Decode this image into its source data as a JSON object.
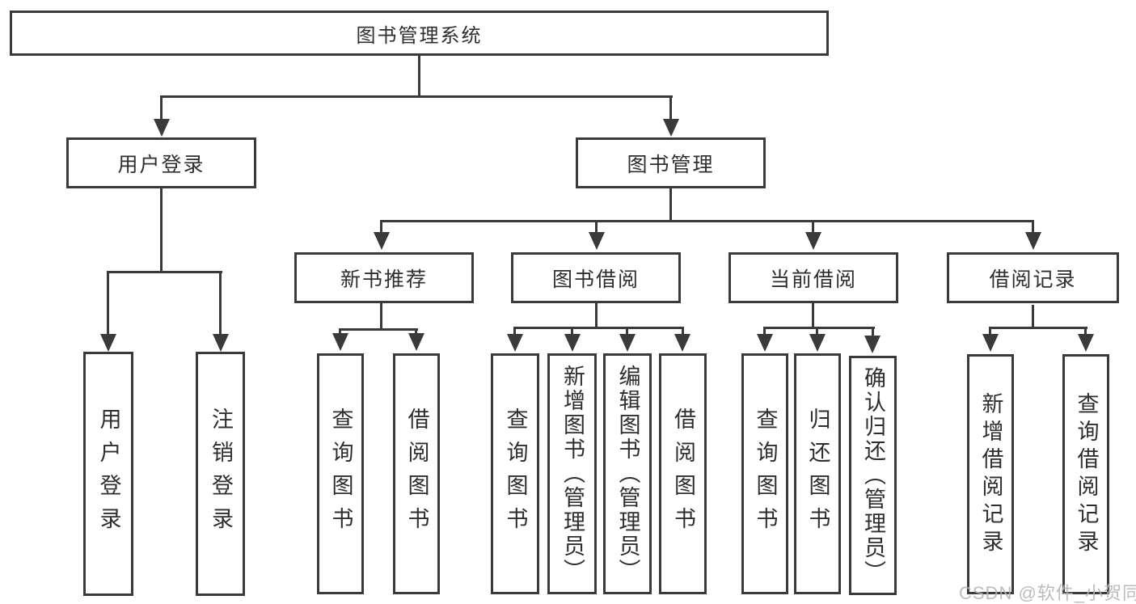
{
  "diagram": {
    "root": {
      "label": "图书管理系统"
    },
    "branches": {
      "user_login": {
        "label": "用户登录",
        "children": {
          "login": {
            "label": "用户登录"
          },
          "logout": {
            "label": "注销登录"
          }
        }
      },
      "book_management": {
        "label": "图书管理",
        "children": {
          "new_book_recommend": {
            "label": "新书推荐",
            "children": {
              "query_books": {
                "label": "查询图书"
              },
              "borrow_books": {
                "label": "借阅图书"
              }
            }
          },
          "book_borrow": {
            "label": "图书借阅",
            "children": {
              "query_books": {
                "label": "查询图书"
              },
              "add_books_admin": {
                "label": "新增图书（管理员）"
              },
              "edit_books_admin": {
                "label": "编辑图书（管理员）"
              },
              "borrow_books": {
                "label": "借阅图书"
              }
            }
          },
          "current_borrow": {
            "label": "当前借阅",
            "children": {
              "query_books": {
                "label": "查询图书"
              },
              "return_books": {
                "label": "归还图书"
              },
              "confirm_return_admin": {
                "label": "确认归还（管理员）"
              }
            }
          },
          "borrow_records": {
            "label": "借阅记录",
            "children": {
              "add_borrow_record": {
                "label": "新增借阅记录"
              },
              "query_borrow_record": {
                "label": "查询借阅记录"
              }
            }
          }
        }
      }
    }
  },
  "watermark": {
    "text": "CSDN @软件_小贺同学"
  },
  "colors": {
    "line": "#3a3a3a",
    "box_border": "#3a3a3a",
    "box_fill": "#ffffff",
    "text": "#2e2e2e",
    "watermark": "#b5b5b5",
    "background": "#ffffff"
  }
}
